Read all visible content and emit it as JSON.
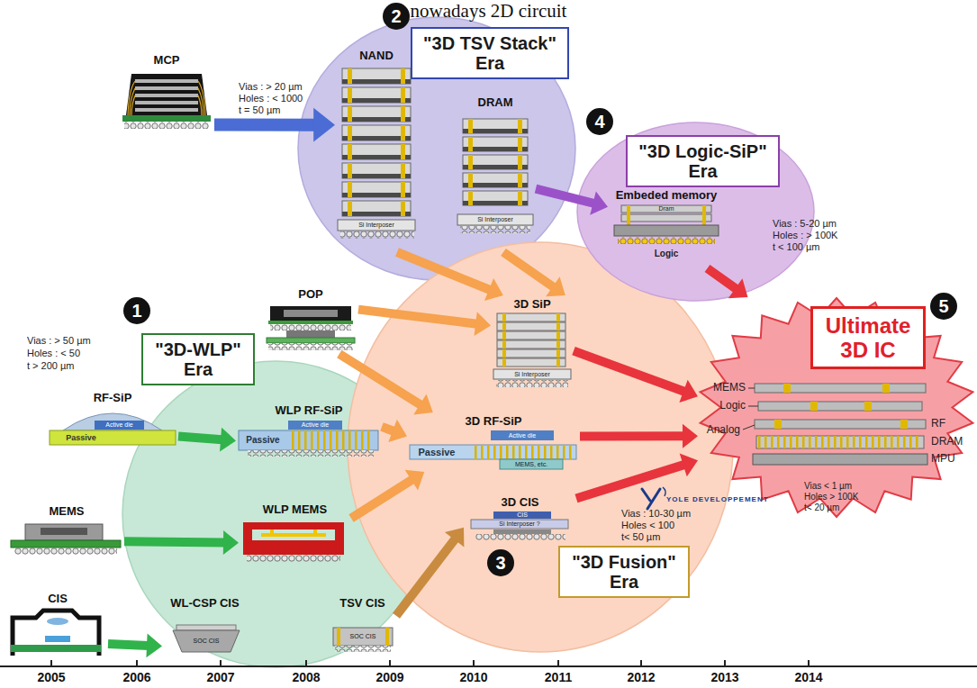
{
  "diagram": {
    "title": "nowadays 2D circuit",
    "nodes": [
      {
        "text": [
          "RF-SiP"
        ]
      },
      {
        "text": [
          "MEMS"
        ]
      },
      {
        "text": [
          "CIS"
        ]
      },
      {
        "text": [
          "1",
          "\"3D-WLP\" Era"
        ]
      },
      {
        "text": [
          "WLP RF-SiP"
        ],
        "in": 3
      },
      {
        "text": [
          "WLP MEMS"
        ],
        "in": 3
      },
      {
        "text": [
          "WL-CSP CIS"
        ],
        "in": 3
      },
      {
        "text": [
          "TSV CIS"
        ],
        "in": 3
      },
      {
        "text": [
          "MCP"
        ]
      },
      {
        "text": [
          "2",
          "\"3D TSV Stack\" Era"
        ]
      },
      {
        "text": [
          "NAND"
        ],
        "in": 9
      },
      {
        "text": [
          "DRAM"
        ],
        "in": 9
      },
      {
        "text": [
          "POP"
        ]
      },
      {
        "text": [
          "3",
          "\"3D Fusion\" Era"
        ]
      },
      {
        "text": [
          "3D SiP"
        ],
        "in": 13
      },
      {
        "text": [
          "3D RF-SiP"
        ],
        "in": 13
      },
      {
        "text": [
          "3D CIS"
        ],
        "in": 13
      },
      {
        "text": [
          "4",
          "\"3D Logic-SiP\" Era"
        ]
      },
      {
        "text": [
          "Embeded memory"
        ],
        "in": 17
      },
      {
        "text": [
          "5",
          "Ultimate 3D IC"
        ]
      }
    ],
    "edges": [
      {
        "from": 0,
        "to": 4,
        "arrow": "to"
      },
      {
        "from": 1,
        "to": 5,
        "arrow": "to"
      },
      {
        "from": 2,
        "to": 6,
        "arrow": "to"
      },
      {
        "from": 8,
        "to": 10,
        "arrow": "to"
      },
      {
        "from": 11,
        "to": 18,
        "arrow": "to"
      },
      {
        "from": 10,
        "to": 14,
        "arrow": "to"
      },
      {
        "from": 11,
        "to": 14,
        "arrow": "to"
      },
      {
        "from": 12,
        "to": 14,
        "arrow": "to"
      },
      {
        "from": 12,
        "to": 15,
        "arrow": "to"
      },
      {
        "from": 4,
        "to": 15,
        "arrow": "to"
      },
      {
        "from": 5,
        "to": 15,
        "arrow": "to"
      },
      {
        "from": 7,
        "to": 16,
        "arrow": "to"
      },
      {
        "from": 18,
        "to": 19,
        "arrow": "to"
      },
      {
        "from": 14,
        "to": 19,
        "arrow": "to"
      },
      {
        "from": 15,
        "to": 19,
        "arrow": "to"
      },
      {
        "from": 16,
        "to": 19,
        "arrow": "to"
      }
    ],
    "labels": [
      "Vias : > 50 µm",
      "Holes : < 50",
      "t > 200 µm",
      "Vias : > 20 µm",
      "Holes : < 1000",
      "t = 50 µm",
      "Vias : 5-20 µm",
      "Holes : > 100K",
      "t < 100 µm",
      "Vias : 10-30 µm",
      "Holes < 100",
      "t< 50 µm",
      "Vias < 1 µm",
      "Holes > 100K",
      "t< 20 µm",
      "MEMS",
      "Logic",
      "Analog",
      "RF",
      "DRAM",
      "MPU",
      "Passive",
      "Active die",
      "Passive",
      "Active die",
      "Si Interposer",
      "Si Interposer",
      "Si Interposer",
      "Passive",
      "Active die",
      "MEMS, etc.",
      "CIS",
      "Si Interposer ?",
      "SOC CIS",
      "SOC CIS",
      "Dram",
      "Logic",
      "YOLE DEVELOPPEMENT",
      "2005",
      "2006",
      "2007",
      "2008",
      "2009",
      "2010",
      "2011",
      "2012",
      "2013",
      "2014"
    ]
  }
}
